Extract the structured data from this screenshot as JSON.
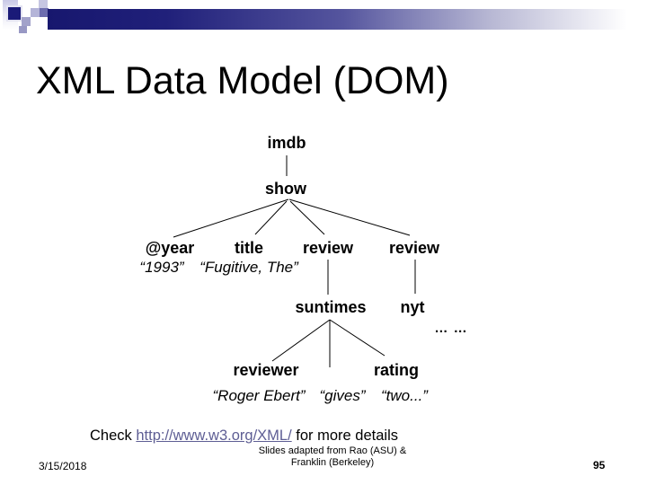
{
  "slide": {
    "title": "XML Data Model (DOM)",
    "note": {
      "prefix": "Check ",
      "link_text": "http://www.w3.org/XML/",
      "suffix": " for more details"
    },
    "footer": {
      "date": "3/15/2018",
      "credit_line1": "Slides adapted from Rao (ASU) &",
      "credit_line2": "Franklin (Berkeley)",
      "page_number": "95"
    }
  },
  "tree": {
    "root": "imdb",
    "show": "show",
    "year_attr": "@year",
    "title_node": "title",
    "review1": "review",
    "review2": "review",
    "year_value": "“1993”",
    "title_value": "“Fugitive, The”",
    "suntimes": "suntimes",
    "nyt": "nyt",
    "ellipsis": "… …",
    "reviewer": "reviewer",
    "rating": "rating",
    "reviewer_value": "“Roger Ebert”",
    "gives_value": "“gives”",
    "rating_value": "“two...”"
  },
  "colors": {
    "bar_navy": "#1a1a78",
    "link": "#5e5e94",
    "text": "#000000"
  }
}
